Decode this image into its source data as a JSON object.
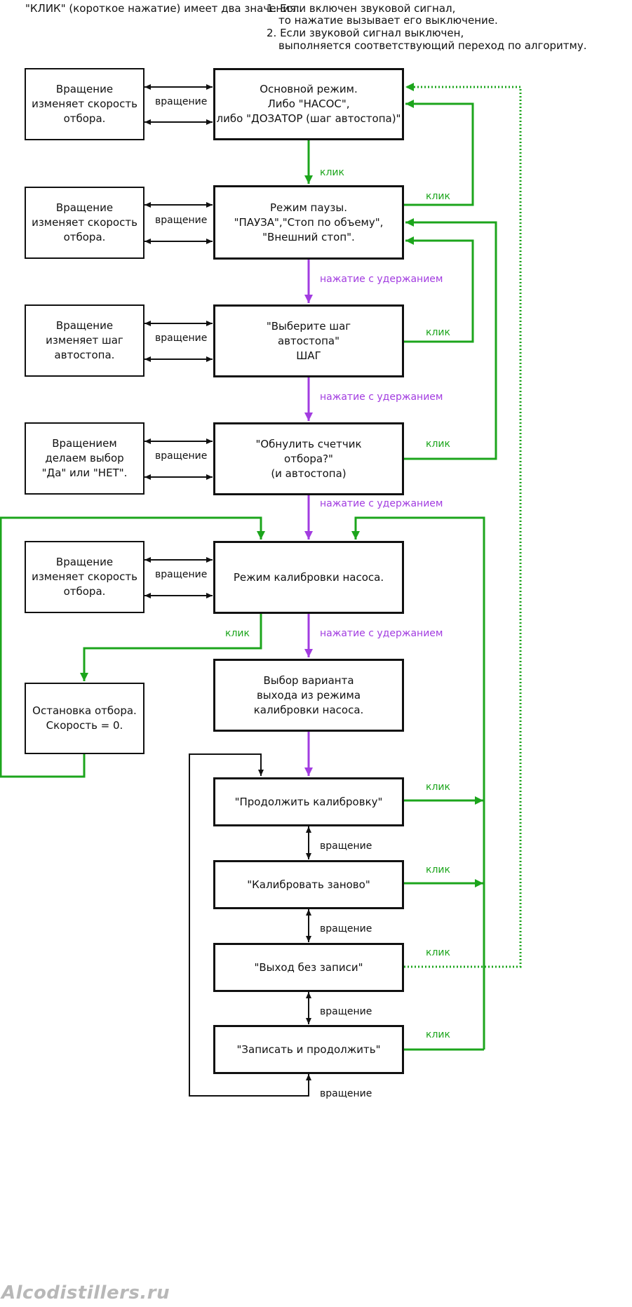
{
  "colors": {
    "green": "#1ca51c",
    "purple": "#a23ce0",
    "black": "#111111"
  },
  "header": {
    "left": "\"КЛИК\" (короткое нажатие) имеет два значения:",
    "line1": "1. Если включен звуковой сигнал,",
    "line2": "то нажатие вызывает его выключение.",
    "line3": "2. Если звуковой сигнал выключен,",
    "line4": "выполняется соответствующий переход по алгоритму."
  },
  "main_boxes": {
    "main_mode": "Основной режим.\nЛибо \"НАСОС\",\nлибо \"ДОЗАТОР (шаг автостопа)\"",
    "pause_mode": "Режим паузы.\n\"ПАУЗА\",\"Стоп по объему\",\n\"Внешний стоп\".",
    "choose_step": "\"Выберите шаг\nавтостопа\"\nШАГ",
    "reset_counter": "\"Обнулить счетчик\nотбора?\"\n(и автостопа)",
    "calibration_mode": "Режим калибровки насоса.",
    "exit_choice": "Выбор варианта\nвыхода из режима\nкалибровки насоса.",
    "continue_calibration": "\"Продолжить калибровку\"",
    "recalibrate": "\"Калибровать заново\"",
    "exit_no_save": "\"Выход без записи\"",
    "save_continue": "\"Записать и продолжить\""
  },
  "side_boxes": {
    "side1": "Вращение\nизменяет скорость\nотбора.",
    "side2": "Вращение\nизменяет скорость\nотбора.",
    "side3": "Вращение\nизменяет шаг\nавтостопа.",
    "side4": "Вращением\nделаем выбор\n\"Да\" или \"НЕТ\".",
    "side5": "Вращение\nизменяет скорость\nотбора.",
    "stop_box": "Остановка отбора.\nСкорость = 0."
  },
  "labels": {
    "rotation": "вращение",
    "click": "клик",
    "long_press": "нажатие с удержанием"
  },
  "watermark": "Alcodistillers.ru"
}
